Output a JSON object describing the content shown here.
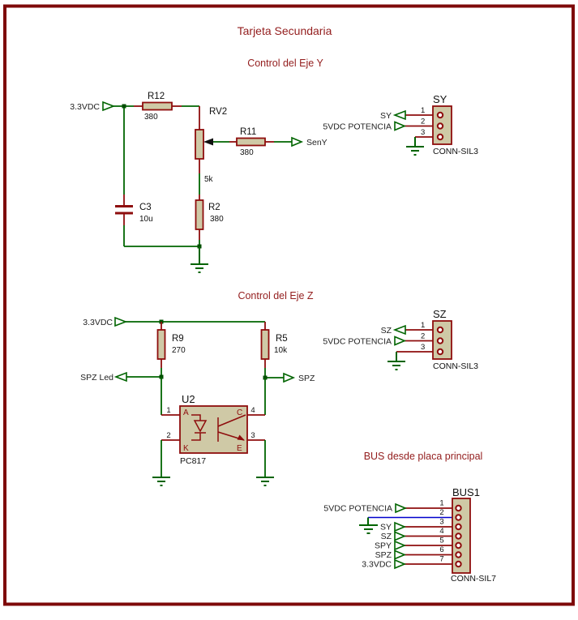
{
  "page": {
    "title": "Tarjeta Secundaria"
  },
  "sections": {
    "y": "Control del Eje Y",
    "z": "Control del Eje Z",
    "bus": "BUS desde placa principal"
  },
  "terminals": {
    "vcc33_y": "3.3VDC",
    "sen_y": "SenY",
    "vcc33_z": "3.3VDC",
    "spz_led": "SPZ Led",
    "spz": "SPZ"
  },
  "components": {
    "r12": {
      "ref": "R12",
      "value": "380"
    },
    "rv2": {
      "ref": "RV2",
      "value": "5k"
    },
    "r11": {
      "ref": "R11",
      "value": "380"
    },
    "r2": {
      "ref": "R2",
      "value": "380"
    },
    "c3": {
      "ref": "C3",
      "value": "10u"
    },
    "r9": {
      "ref": "R9",
      "value": "270"
    },
    "r5": {
      "ref": "R5",
      "value": "10k"
    },
    "u2": {
      "ref": "U2",
      "part": "PC817",
      "pin_labels": {
        "anode": "A",
        "cathode": "K",
        "collector": "C",
        "emitter": "E"
      },
      "pin_numbers": {
        "n1": "1",
        "n2": "2",
        "n3": "3",
        "n4": "4"
      }
    }
  },
  "connectors": {
    "sy": {
      "ref": "SY",
      "part": "CONN-SIL3",
      "pin_numbers": [
        "1",
        "2",
        "3"
      ],
      "net_labels": {
        "signal": "SY",
        "power": "5VDC POTENCIA"
      }
    },
    "sz": {
      "ref": "SZ",
      "part": "CONN-SIL3",
      "pin_numbers": [
        "1",
        "2",
        "3"
      ],
      "net_labels": {
        "signal": "SZ",
        "power": "5VDC POTENCIA"
      }
    },
    "bus1": {
      "ref": "BUS1",
      "part": "CONN-SIL7",
      "pin_numbers": [
        "1",
        "2",
        "3",
        "4",
        "5",
        "6",
        "7"
      ],
      "net_labels": [
        "5VDC POTENCIA",
        "SY",
        "SZ",
        "SPY",
        "SPZ",
        "3.3VDC"
      ]
    }
  },
  "colors": {
    "wire_green": "#006400",
    "bus_wire_blue": "#0000cc",
    "component_red": "#8e0d0d",
    "component_fill": "#cfc9a6",
    "frame_red": "#7e0a0a",
    "heading_red": "#931d1d"
  }
}
